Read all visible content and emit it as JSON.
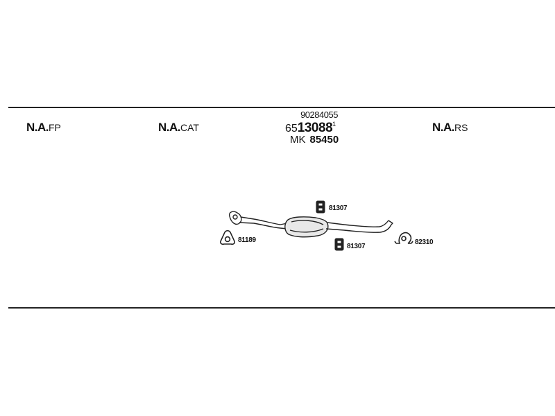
{
  "headers": {
    "fp": {
      "prefix": "N.A.",
      "suffix": "FP"
    },
    "cat": {
      "prefix": "N.A.",
      "suffix": "CAT"
    },
    "rs": {
      "prefix": "N.A.",
      "suffix": "RS"
    }
  },
  "center_part": {
    "ref": "90284055",
    "main_prefix": "65",
    "main_number": "13088",
    "main_superscript": "1",
    "mk_prefix": "MK",
    "mk_number": "85450"
  },
  "components": {
    "gasket": {
      "label": "81189",
      "icon": "gasket-icon"
    },
    "hanger_top": {
      "label": "81307",
      "icon": "rubber-hanger-icon"
    },
    "hanger_bottom": {
      "label": "81307",
      "icon": "rubber-hanger-icon"
    },
    "clamp": {
      "label": "82310",
      "icon": "pipe-clamp-icon"
    }
  }
}
